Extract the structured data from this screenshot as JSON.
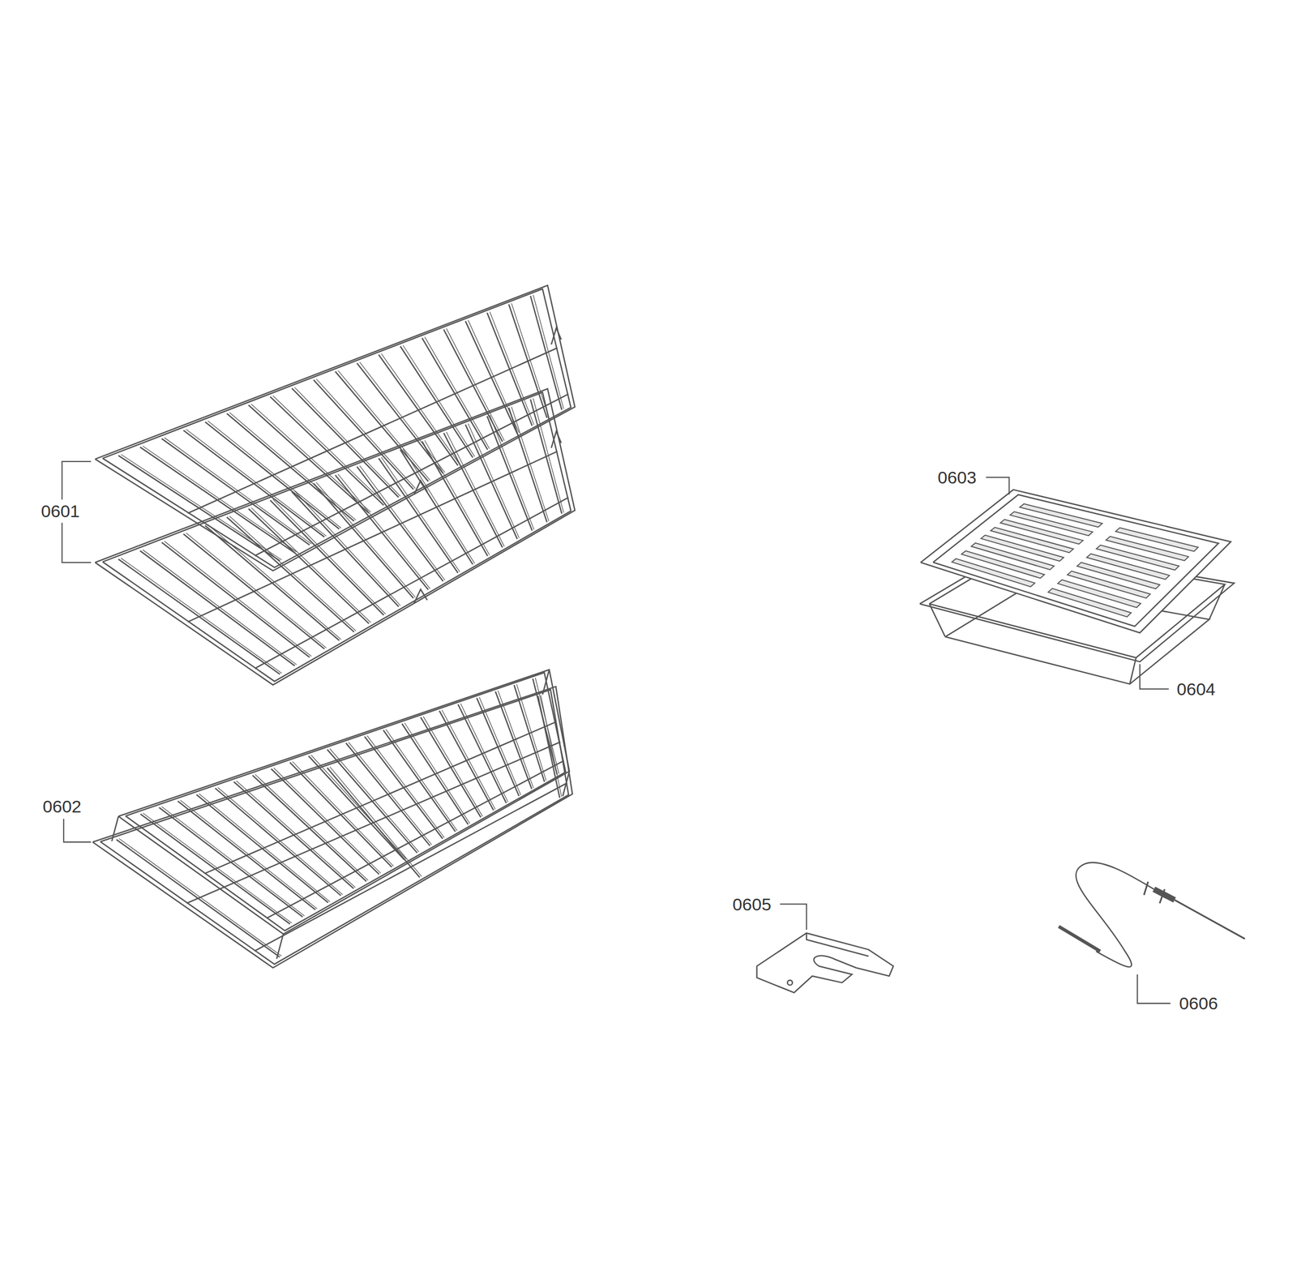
{
  "diagram": {
    "labels": [
      "0601",
      "0603",
      "0602",
      "0604",
      "0605",
      "0606"
    ]
  }
}
